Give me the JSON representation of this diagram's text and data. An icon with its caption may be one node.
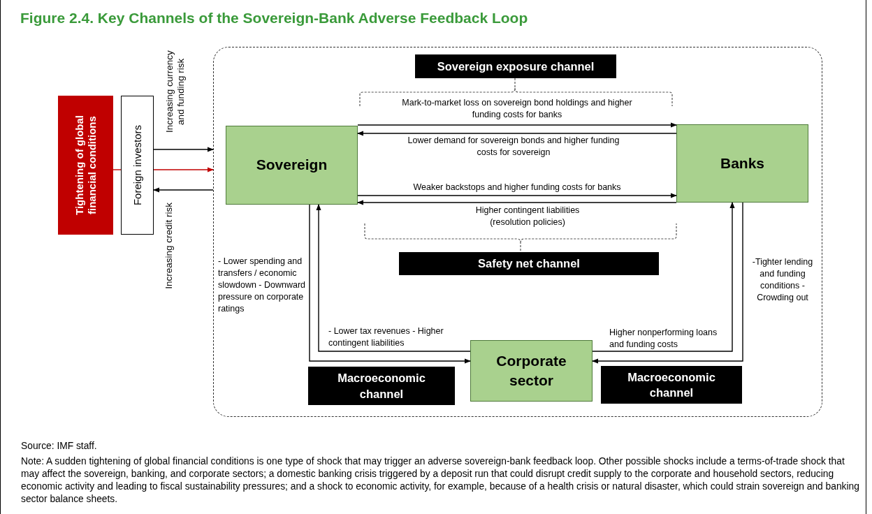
{
  "diagram": {
    "title": "Figure 2.4. Key Channels of the Sovereign-Bank Adverse Feedback Loop",
    "nodes": [
      {
        "text": [],
        "shape": "box"
      },
      {
        "text": [
          "Tightening of global financial conditions"
        ]
      },
      {
        "text": [
          "Foreign investors"
        ]
      },
      {
        "text": [
          "Sovereign exposure channel"
        ],
        "in": 0
      },
      {
        "text": [
          "Sovereign"
        ],
        "in": 0
      },
      {
        "text": [
          "Banks"
        ],
        "in": 0
      },
      {
        "text": [
          "Safety net channel"
        ],
        "in": 0
      },
      {
        "text": [
          "Corporate sector"
        ],
        "in": 0
      },
      {
        "text": [
          "Macroeconomic channel"
        ],
        "in": 0
      },
      {
        "text": [
          "Macroeconomic channel"
        ],
        "in": 0
      }
    ],
    "edges": [
      {
        "from": 1,
        "to": 2,
        "arrow": "none",
        "color": "#c00000"
      },
      {
        "from": 2,
        "to": 0,
        "arrow": "to",
        "color": "#c00000"
      },
      {
        "from": 2,
        "to": 0,
        "arrow": "to",
        "label": "Increasing currency and funding risk"
      },
      {
        "from": 0,
        "to": 2,
        "arrow": "to",
        "label": "Increasing credit risk"
      },
      {
        "from": 4,
        "to": 5,
        "arrow": "to",
        "label": "Mark-to-market loss on sovereign bond holdings and higher funding costs for banks"
      },
      {
        "from": 5,
        "to": 4,
        "arrow": "to",
        "label": "Lower demand for sovereign bonds and higher funding costs for sovereign"
      },
      {
        "from": 4,
        "to": 5,
        "arrow": "to",
        "label": "Weaker backstops and higher funding costs for banks"
      },
      {
        "from": 5,
        "to": 4,
        "arrow": "to",
        "label": "Higher contingent liabilities (resolution policies)"
      },
      {
        "from": 4,
        "to": 7,
        "arrow": "to",
        "label": "- Lower spending and transfers / economic slowdown - Downward pressure on corporate ratings"
      },
      {
        "from": 7,
        "to": 4,
        "arrow": "to",
        "label": "- Lower tax revenues - Higher contingent liabilities"
      },
      {
        "from": 7,
        "to": 5,
        "arrow": "to",
        "label": "Higher nonperforming loans and funding costs"
      },
      {
        "from": 5,
        "to": 7,
        "arrow": "to",
        "label": "-Tighter lending and funding conditions -Crowding out"
      }
    ],
    "labels": [
      "Source: IMF staff.",
      "Note: A sudden tightening of global financial conditions is one type of shock that may trigger an adverse sovereign-bank feedback loop. Other possible shocks include a terms-of-trade shock that may affect the sovereign, banking, and corporate sectors; a domestic banking crisis triggered by a deposit run that could disrupt credit supply to the corporate and household sectors, reducing economic activity and leading to fiscal sustainability pressures; and a shock to economic activity, for example, because of a health crisis or natural disaster, which could strain sovereign and banking sector balance sheets."
    ]
  }
}
